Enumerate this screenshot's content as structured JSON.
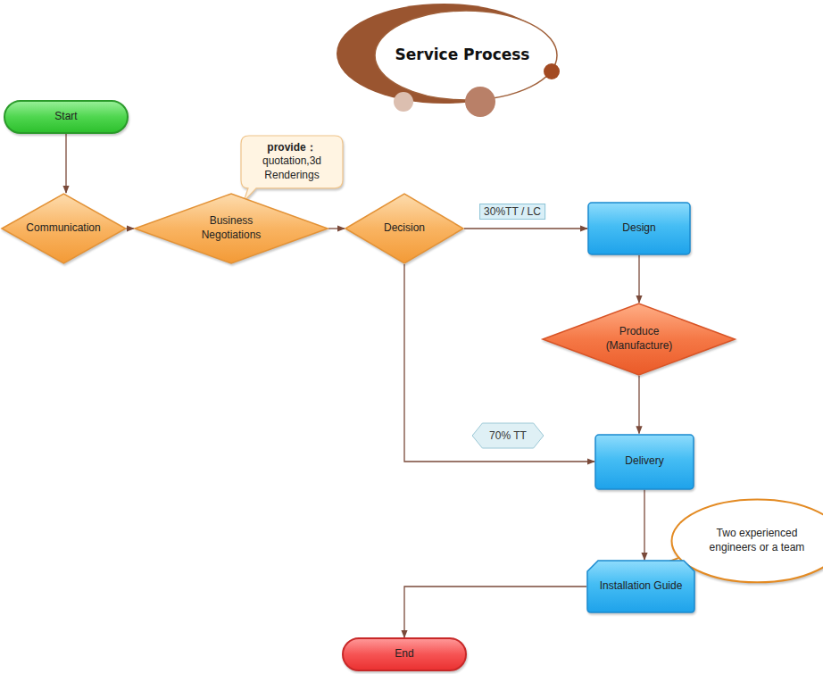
{
  "diagram": {
    "title": "Service Process",
    "nodes": [
      {
        "text": [
          "Start"
        ]
      },
      {
        "text": [
          "provide：",
          "quotation,3d Renderings"
        ]
      },
      {
        "text": [
          "Communication"
        ]
      },
      {
        "text": [
          "Business Negotiations"
        ]
      },
      {
        "text": [
          "Decision"
        ]
      },
      {
        "text": [
          "Design"
        ]
      },
      {
        "text": [
          "Produce (Manufacture)"
        ]
      },
      {
        "text": [
          "Delivery"
        ]
      },
      {
        "text": [
          "Two experienced engineers or a team"
        ]
      },
      {
        "text": [
          "Installation Guide"
        ]
      },
      {
        "text": [
          "End"
        ]
      }
    ],
    "edges": [
      {
        "from": 0,
        "to": 2,
        "arrow": "to"
      },
      {
        "from": 2,
        "to": 3,
        "arrow": "to"
      },
      {
        "from": 3,
        "to": 4,
        "arrow": "to"
      },
      {
        "from": 4,
        "to": 5,
        "label": "30%TT / LC",
        "arrow": "to"
      },
      {
        "from": 5,
        "to": 6,
        "arrow": "to"
      },
      {
        "from": 6,
        "to": 7,
        "arrow": "to"
      },
      {
        "from": 4,
        "to": 7,
        "label": "70% TT",
        "arrow": "to"
      },
      {
        "from": 7,
        "to": 9,
        "arrow": "to"
      },
      {
        "from": 9,
        "to": 10,
        "arrow": "to"
      }
    ]
  }
}
